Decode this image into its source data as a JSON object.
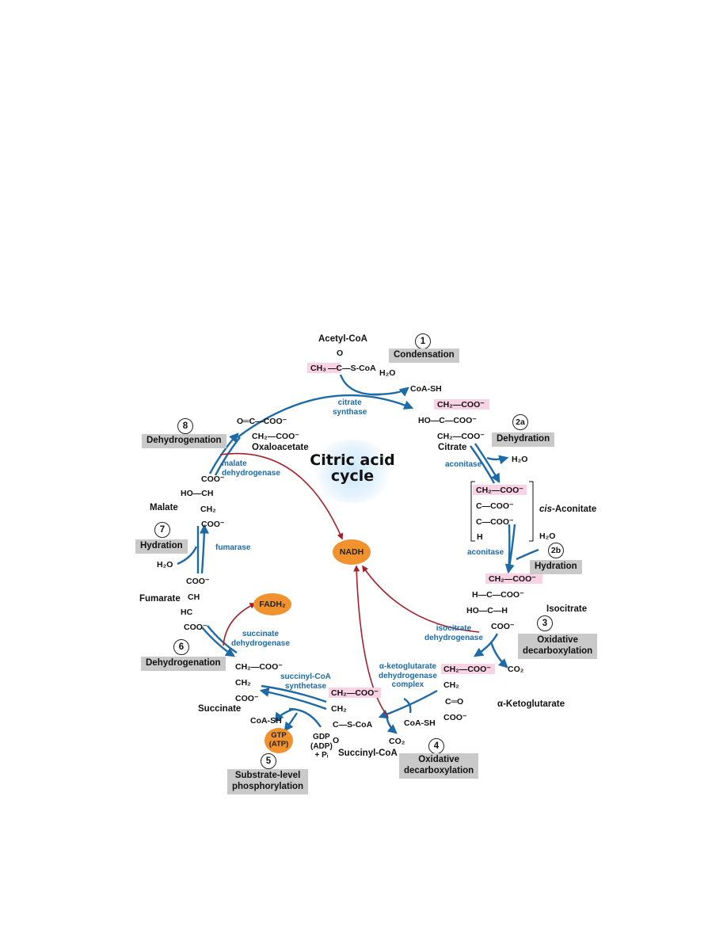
{
  "title": "Citric acid\ncycle",
  "steps": {
    "s1": {
      "num": "1",
      "label": "Condensation"
    },
    "s2a": {
      "num": "2a",
      "label": "Dehydration"
    },
    "s2b": {
      "num": "2b",
      "label": "Hydration"
    },
    "s3": {
      "num": "3",
      "label": "Oxidative\ndecarboxylation"
    },
    "s4": {
      "num": "4",
      "label": "Oxidative\ndecarboxylation"
    },
    "s5": {
      "num": "5",
      "label": "Substrate-level\nphosphorylation"
    },
    "s6": {
      "num": "6",
      "label": "Dehydrogenation"
    },
    "s7": {
      "num": "7",
      "label": "Hydration"
    },
    "s8": {
      "num": "8",
      "label": "Dehydrogenation"
    }
  },
  "molecules": {
    "acetyl_coa": "Acetyl-CoA",
    "citrate": "Citrate",
    "cis_aconitate_prefix": "cis",
    "cis_aconitate_suffix": "-Aconitate",
    "isocitrate": "Isocitrate",
    "alpha_ketoglutarate": "α-Ketoglutarate",
    "succinyl_coa": "Succinyl-CoA",
    "succinate": "Succinate",
    "fumarate": "Fumarate",
    "malate": "Malate",
    "oxaloacetate": "Oxaloacetate"
  },
  "enzymes": {
    "citrate_synthase": "citrate\nsynthase",
    "aconitase_1": "aconitase",
    "aconitase_2": "aconitase",
    "isocitrate_dh": "isocitrate\ndehydrogenase",
    "akg_dh": "α-ketoglutarate\ndehydrogenase\ncomplex",
    "succinyl_coa_synthetase": "succinyl-CoA\nsynthetase",
    "succinate_dh": "succinate\ndehydrogenase",
    "fumarase": "fumarase",
    "malate_dh": "malate\ndehydrogenase"
  },
  "cofactors": {
    "nadh": "NADH",
    "fadh2": "FADH₂",
    "gtp_atp": "GTP\n(ATP)",
    "h2o_in_1": "H₂O",
    "coa_sh_out_1": "CoA-SH",
    "h2o_out_2a": "H₂O",
    "h2o_in_2b": "H₂O",
    "co2_3": "CO₂",
    "coa_sh_in_4": "CoA-SH",
    "co2_4": "CO₂",
    "coa_sh_5": "CoA-SH",
    "gdp_adp_pi": "GDP\n(ADP)\n+ Pᵢ",
    "h2o_in_7": "H₂O"
  },
  "structures": {
    "acetyl_o": "O",
    "acetyl_ch3": "CH₃",
    "acetyl_c": "—C—S-CoA",
    "citrate_1": "CH₂—COO⁻",
    "citrate_2": "HO—C—COO⁻",
    "citrate_3": "CH₂—COO⁻",
    "cis_1": "CH₂—COO⁻",
    "cis_2": "C—COO⁻",
    "cis_3": "C—COO⁻",
    "cis_4": "H",
    "iso_1": "CH₂—COO⁻",
    "iso_2": "H—C—COO⁻",
    "iso_3": "HO—C—H",
    "iso_4": "COO⁻",
    "akg_1": "CH₂—COO⁻",
    "akg_2": "CH₂",
    "akg_3": "C═O",
    "akg_4": "COO⁻",
    "succoa_1": "CH₂—COO⁻",
    "succoa_2": "CH₂",
    "succoa_3": "C—S-CoA",
    "succoa_4": "O",
    "succ_1": "CH₂—COO⁻",
    "succ_2": "CH₂",
    "succ_3": "COO⁻",
    "fum_1": "COO⁻",
    "fum_2": "CH",
    "fum_3": "HC",
    "fum_4": "COO⁻",
    "mal_1": "COO⁻",
    "mal_2": "HO—CH",
    "mal_3": "CH₂",
    "mal_4": "COO⁻",
    "oaa_1": "O═C—COO⁻",
    "oaa_2": "CH₂—COO⁻"
  }
}
